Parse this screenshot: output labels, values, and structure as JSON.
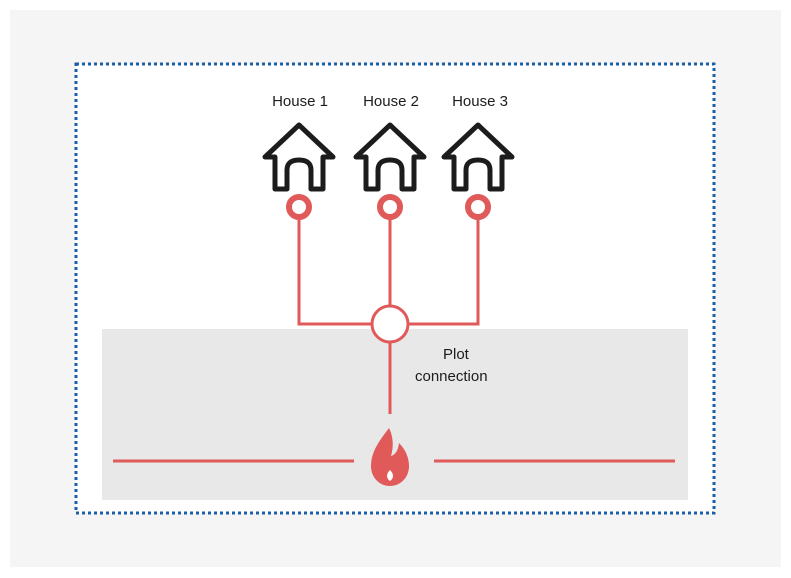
{
  "houses": [
    {
      "label": "House 1"
    },
    {
      "label": "House 2"
    },
    {
      "label": "House 3"
    }
  ],
  "plot_connection": {
    "line1": "Plot",
    "line2": "connection"
  },
  "icons": {
    "house": "house-icon",
    "house_connection": "ring-connector-icon",
    "plot_connection": "plot-connection-node-icon",
    "gas": "flame-icon"
  },
  "colors": {
    "pipe": "#e05a5a",
    "house_outline": "#1c1c1c",
    "plot_border": "#1a5fa8",
    "ground": "#e8e8e8",
    "background": "#f5f5f5",
    "panel": "#ffffff"
  }
}
